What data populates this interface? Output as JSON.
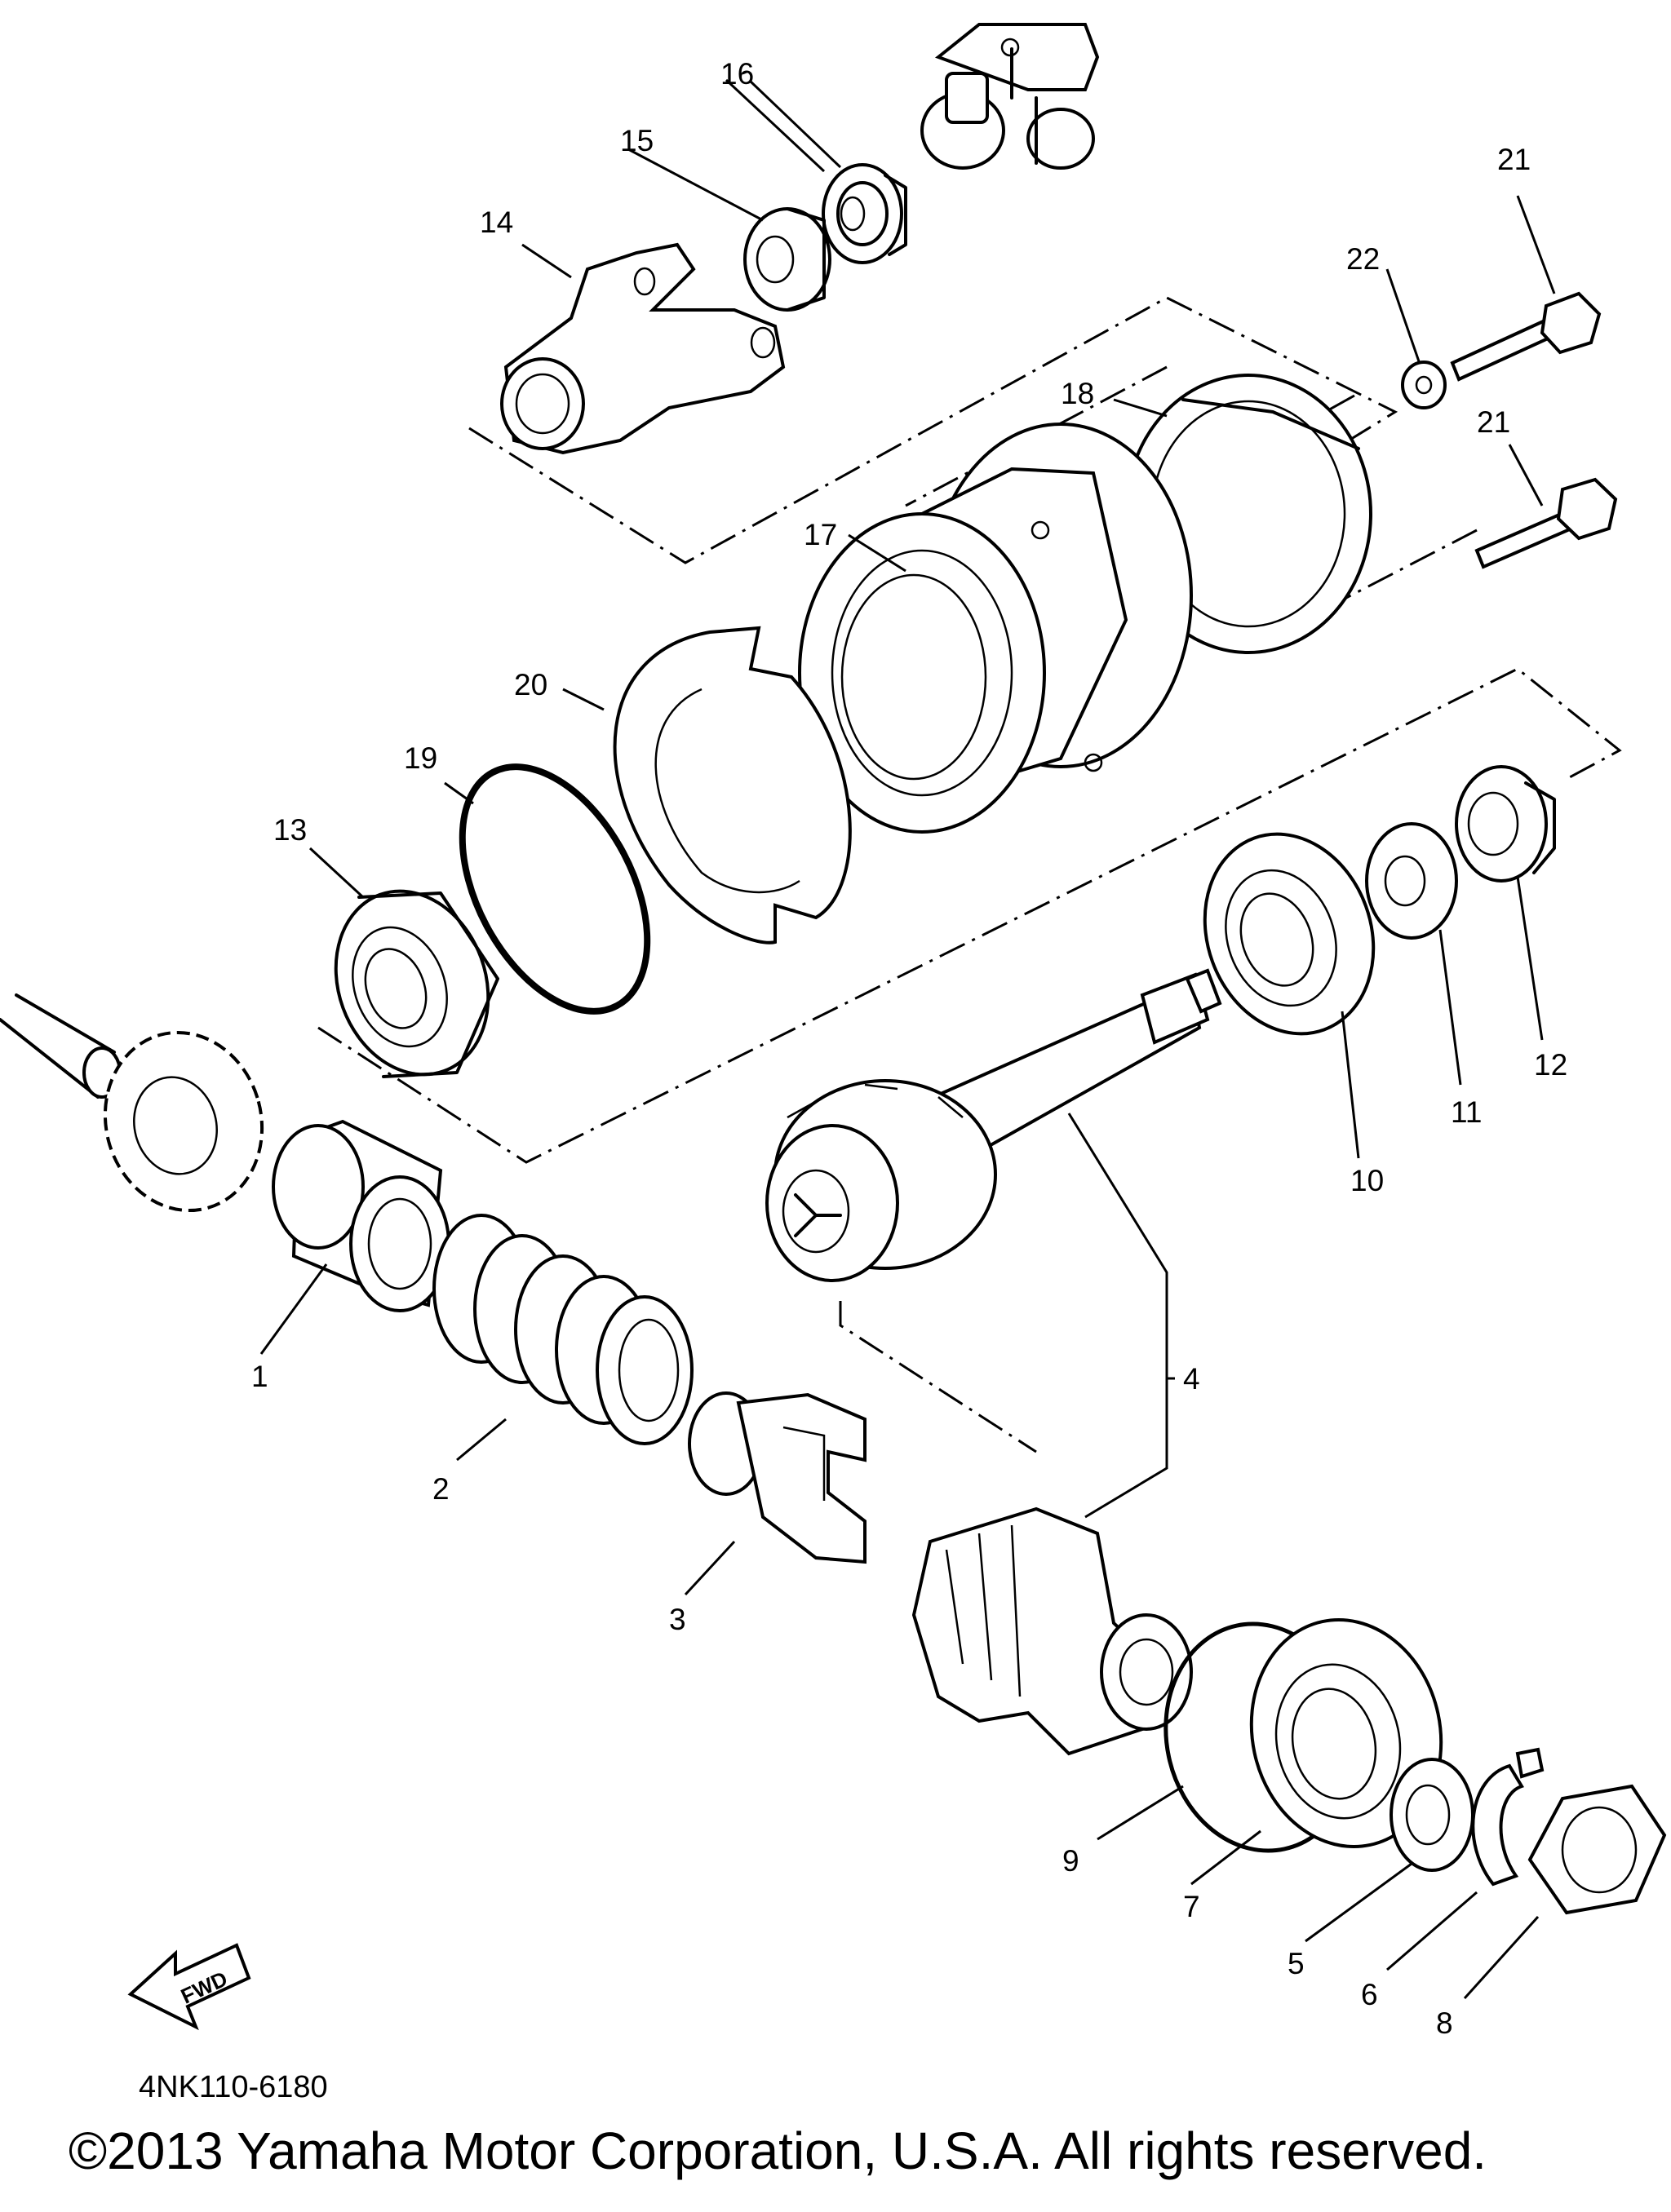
{
  "diagram": {
    "part_labels": [
      {
        "id": "1",
        "text": "1"
      },
      {
        "id": "2",
        "text": "2"
      },
      {
        "id": "3",
        "text": "3"
      },
      {
        "id": "4",
        "text": "4"
      },
      {
        "id": "5",
        "text": "5"
      },
      {
        "id": "6",
        "text": "6"
      },
      {
        "id": "7",
        "text": "7"
      },
      {
        "id": "8",
        "text": "8"
      },
      {
        "id": "9",
        "text": "9"
      },
      {
        "id": "10",
        "text": "10"
      },
      {
        "id": "11",
        "text": "11"
      },
      {
        "id": "12",
        "text": "12"
      },
      {
        "id": "13",
        "text": "13"
      },
      {
        "id": "14",
        "text": "14"
      },
      {
        "id": "15",
        "text": "15"
      },
      {
        "id": "16",
        "text": "16"
      },
      {
        "id": "17",
        "text": "17"
      },
      {
        "id": "18",
        "text": "18"
      },
      {
        "id": "19",
        "text": "19"
      },
      {
        "id": "20",
        "text": "20"
      },
      {
        "id": "21a",
        "text": "21"
      },
      {
        "id": "21b",
        "text": "21"
      },
      {
        "id": "22",
        "text": "22"
      }
    ],
    "fwd_arrow_label": "FWD"
  },
  "footer": {
    "catalog_code": "4NK110-6180",
    "copyright": "©2013 Yamaha Motor Corporation, U.S.A. All rights reserved."
  }
}
